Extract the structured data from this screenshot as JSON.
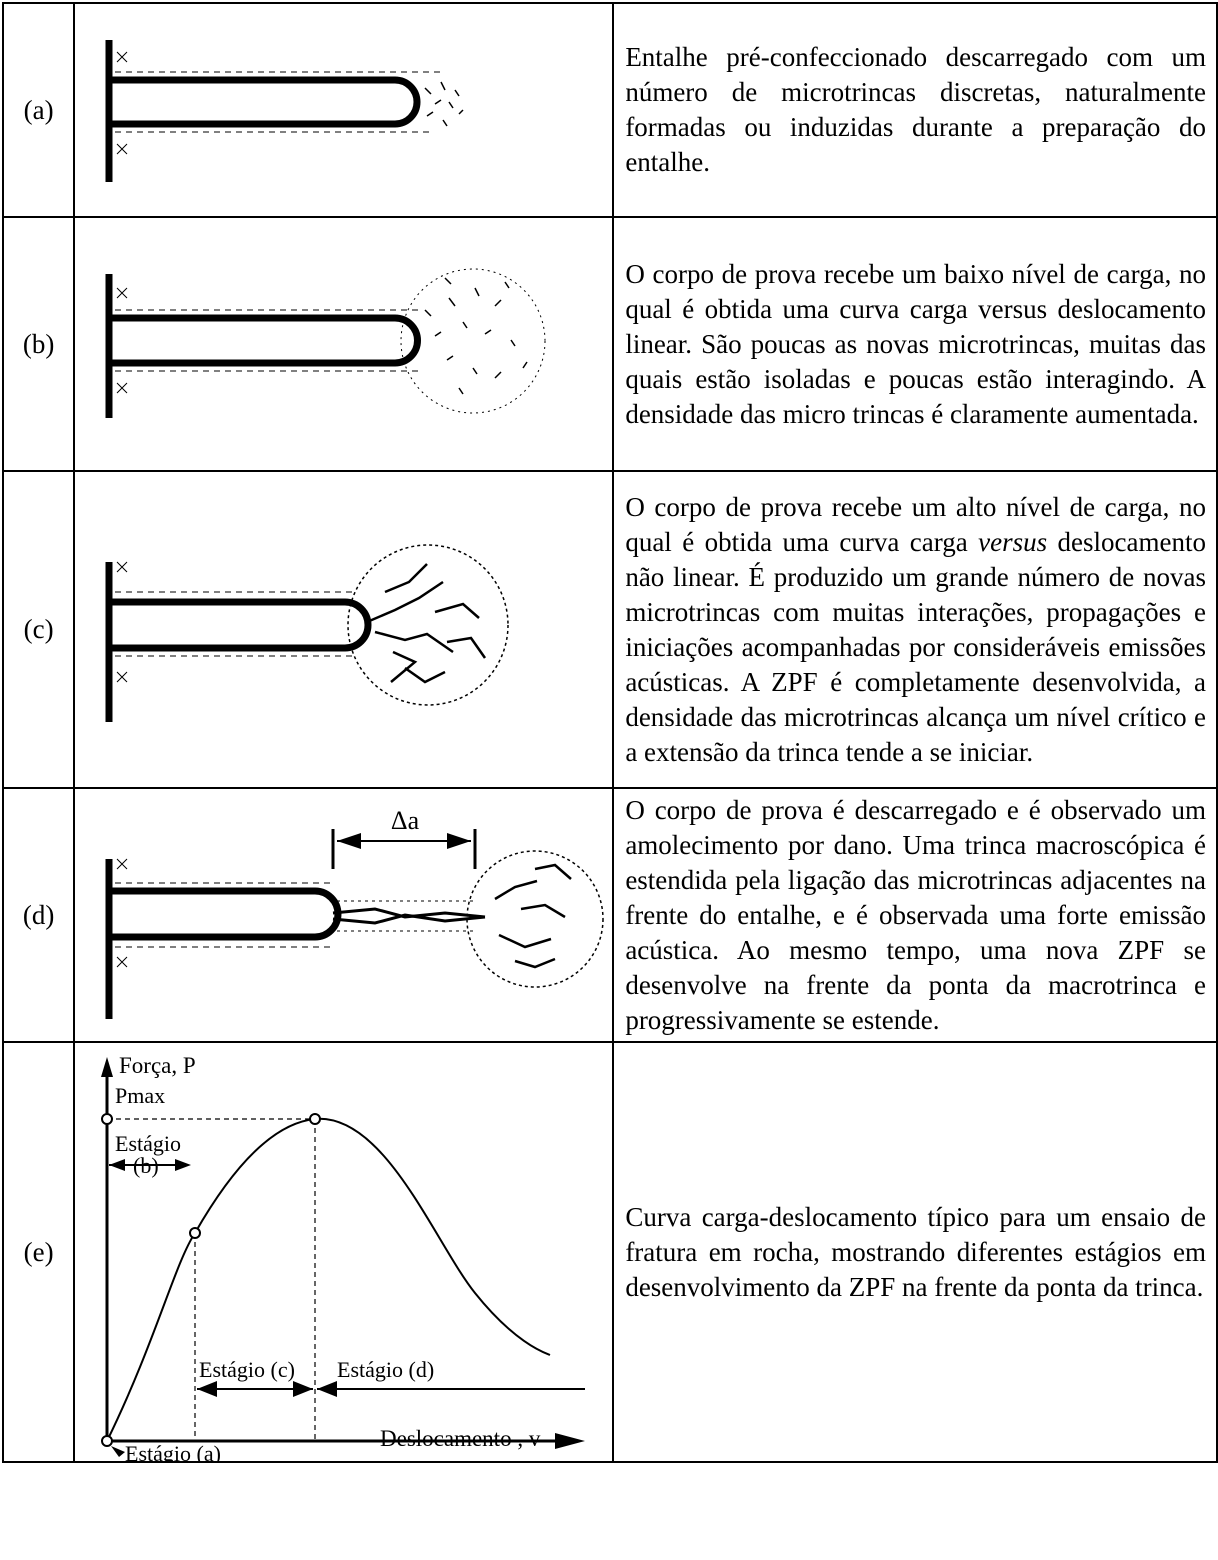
{
  "rows": [
    {
      "label": "(a)",
      "desc": "Entalhe pré-confeccionado descarregado com um número de microtrincas discretas, naturalmente formadas ou induzidas durante a preparação do entalhe."
    },
    {
      "label": "(b)",
      "desc": "O corpo de prova recebe um baixo nível de carga, no qual é obtida uma curva carga versus deslocamento linear. São poucas as novas microtrincas, muitas das quais estão isoladas e poucas estão interagindo. A densidade das micro trincas é claramente aumentada."
    },
    {
      "label": "(c)",
      "desc_before": "O corpo de prova recebe um alto nível de carga, no qual é obtida uma curva carga ",
      "desc_italic": "versus",
      "desc_after": " deslocamento não linear. É produzido um grande número de novas microtrincas com muitas interações, propagações e iniciações acompanhadas por consideráveis emissões acústicas. A ZPF é completamente desenvolvida, a densidade das microtrincas alcança um nível crítico e a extensão da trinca tende a se iniciar."
    },
    {
      "label": "(d)",
      "desc": "O corpo de prova é descarregado e é observado um amolecimento por dano. Uma trinca macroscópica é estendida pela ligação das microtrincas adjacentes na frente do entalhe, e é observada uma forte emissão acústica. Ao mesmo tempo, uma nova ZPF se desenvolve na frente da ponta da macrotrinca e progressivamente se estende.",
      "delta_label": "Δa"
    },
    {
      "label": "(e)",
      "desc": "Curva carga-deslocamento típico para um ensaio de fratura em rocha, mostrando diferentes estágios em desenvolvimento da ZPF na frente da ponta da trinca."
    }
  ],
  "chart_data": {
    "type": "line",
    "title": "",
    "xlabel": "Deslocamento , v",
    "ylabel": "Força, P",
    "annotations": [
      "Pmax",
      "Estágio",
      "(b)",
      "Estágio (c)",
      "Estágio (d)",
      "Estágio (a)"
    ]
  }
}
